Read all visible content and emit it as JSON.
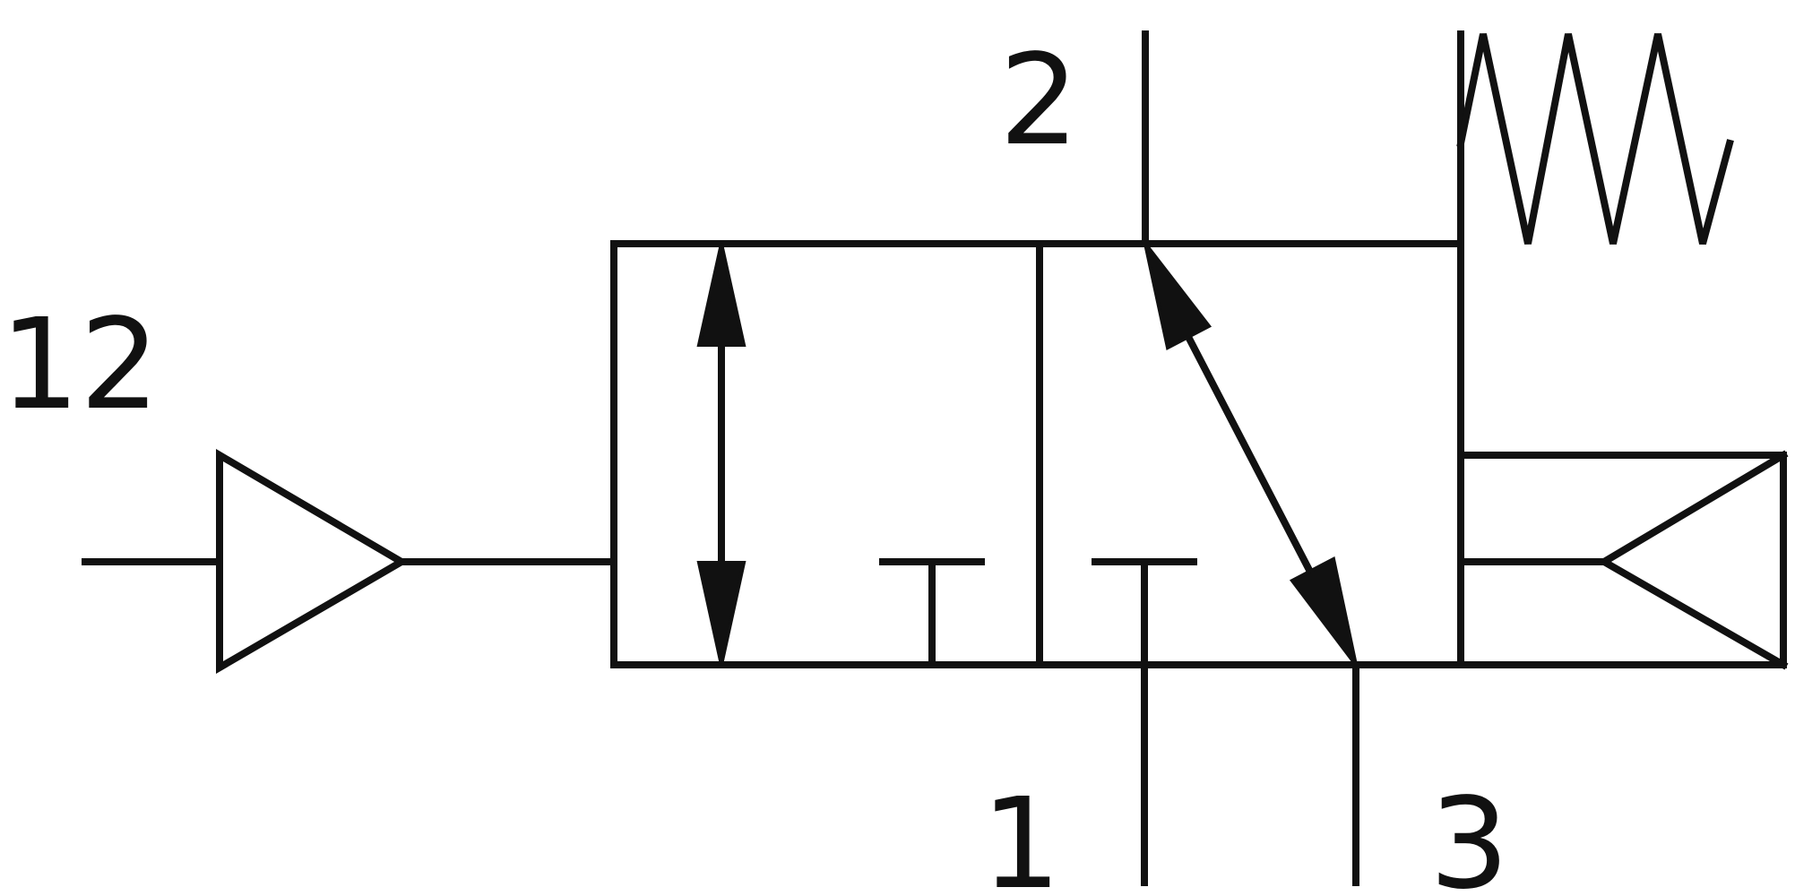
{
  "ports": {
    "pilot": "12",
    "outlet": "2",
    "inlet": "1",
    "exhaust": "3"
  },
  "colors": {
    "line": "#111111",
    "background": "#ffffff"
  }
}
